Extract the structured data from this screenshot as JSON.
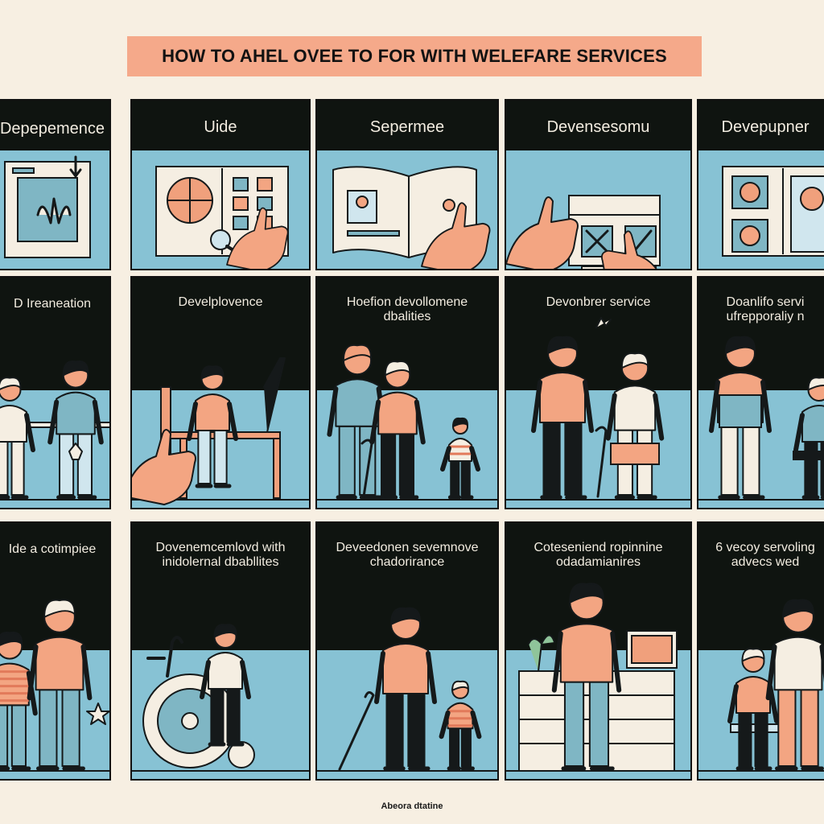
{
  "header": {
    "title": "HOW TO AHEL OVEE TO FOR WITH WELEFARE SERVICES"
  },
  "footer": {
    "text": "Abeora dtatine"
  },
  "colors": {
    "background": "#f7efe2",
    "banner": "#f5a98a",
    "panel": "#87c2d4",
    "band": "#0f1410",
    "skin": "#f3a582",
    "text": "#f2ece0"
  },
  "rows": [
    {
      "cells": [
        {
          "lines": [
            "Depepemence"
          ],
          "icon": "tablet-download-icon"
        },
        {
          "lines": [
            "Uide"
          ],
          "icon": "chart-magnifier-icon"
        },
        {
          "lines": [
            "Sepermee"
          ],
          "icon": "open-book-icon"
        },
        {
          "lines": [
            "Devensesomu"
          ],
          "icon": "checklist-card-icon"
        },
        {
          "lines": [
            "Devepupner"
          ],
          "icon": "catalog-gears-icon"
        }
      ]
    },
    {
      "cells": [
        {
          "lines": [
            "D Ireaneation"
          ],
          "icon": "consultation-desk-icon"
        },
        {
          "lines": [
            "Develplovence"
          ],
          "icon": "person-laptop-icon"
        },
        {
          "lines": [
            "Hoefion devollomene",
            "dbalities"
          ],
          "icon": "family-cane-icon"
        },
        {
          "lines": [
            "Devonbrer service"
          ],
          "icon": "caregiver-elder-icon"
        },
        {
          "lines": [
            "Doanlifo servi",
            "ufrepporaliy n"
          ],
          "icon": "counselor-seated-icon"
        }
      ]
    },
    {
      "cells": [
        {
          "lines": [
            "Ide a cotimpiee"
          ],
          "icon": "elders-star-icon"
        },
        {
          "lines": [
            "Dovenemcemlovd with",
            "inidolernal dbabllites"
          ],
          "icon": "wheelchair-user-icon"
        },
        {
          "lines": [
            "Deveedonen sevemnove",
            "chadorirance"
          ],
          "icon": "elder-child-walk-icon"
        },
        {
          "lines": [
            "Coteseniend ropinnine",
            "odadamianires"
          ],
          "icon": "office-video-icon"
        },
        {
          "lines": [
            "6 vecoy servoling",
            "advecs wed"
          ],
          "icon": "helper-seated-elder-icon"
        }
      ]
    }
  ]
}
